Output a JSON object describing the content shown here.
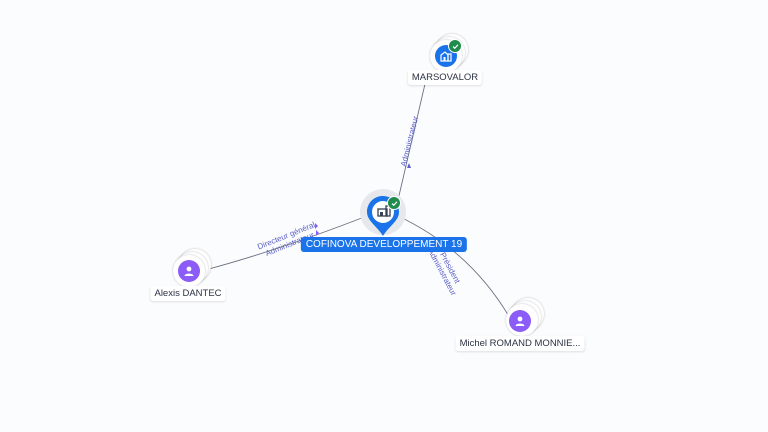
{
  "graph": {
    "center": {
      "name": "COFINOVA DEVELOPPEMENT 19",
      "type": "company",
      "icon": "building-icon",
      "verified": true,
      "color": "#1a73e8"
    },
    "nodes": [
      {
        "id": "marsovalor",
        "name": "MARSOVALOR",
        "type": "company",
        "icon": "building-icon",
        "verified": true,
        "color": "#1a73e8"
      },
      {
        "id": "alexis",
        "name": "Alexis DANTEC",
        "type": "person",
        "icon": "person-icon",
        "verified": false,
        "color": "#8b5cf6"
      },
      {
        "id": "michel",
        "name": "Michel ROMAND MONNIE...",
        "type": "person",
        "icon": "person-icon",
        "verified": false,
        "color": "#8b5cf6"
      }
    ],
    "edges": [
      {
        "from": "marsovalor",
        "to": "center",
        "labels": [
          "Administrateur"
        ]
      },
      {
        "from": "alexis",
        "to": "center",
        "labels": [
          "Directeur général",
          "Administrateur"
        ]
      },
      {
        "from": "michel",
        "to": "center",
        "labels": [
          "Président",
          "Administrateur"
        ]
      }
    ],
    "colors": {
      "background": "#fbfcfe",
      "company": "#1a73e8",
      "person": "#8b5cf6",
      "verified": "#1f8b4c",
      "edge": "#6b7280",
      "edge_label": "#5b5fc7"
    }
  }
}
